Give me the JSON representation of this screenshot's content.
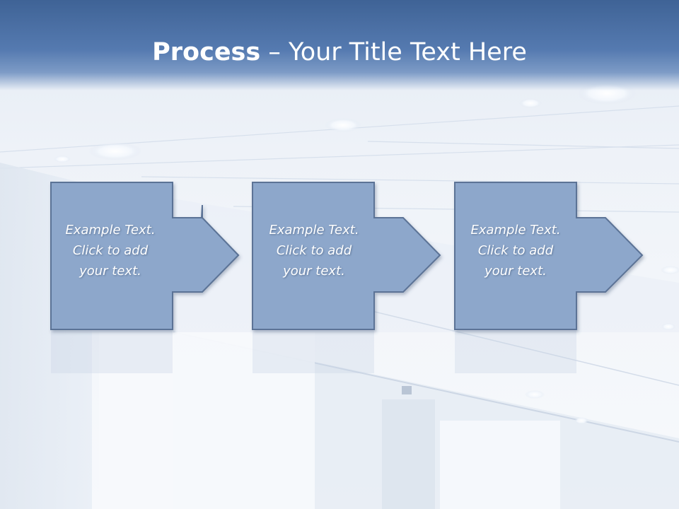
{
  "slide": {
    "title_strong": "Process",
    "title_rest": " – Your Title Text Here"
  },
  "steps": [
    {
      "line1": "Example Text.",
      "line2": "Click  to add",
      "line3": "your text."
    },
    {
      "line1": "Example Text.",
      "line2": "Click  to add",
      "line3": "your text."
    },
    {
      "line1": "Example Text.",
      "line2": "Click  to add",
      "line3": "your text."
    }
  ],
  "colors": {
    "title_bar": "#4a6fa3",
    "box_fill": "#8ea8cc",
    "box_stroke": "#5c7395",
    "text": "#ffffff"
  }
}
